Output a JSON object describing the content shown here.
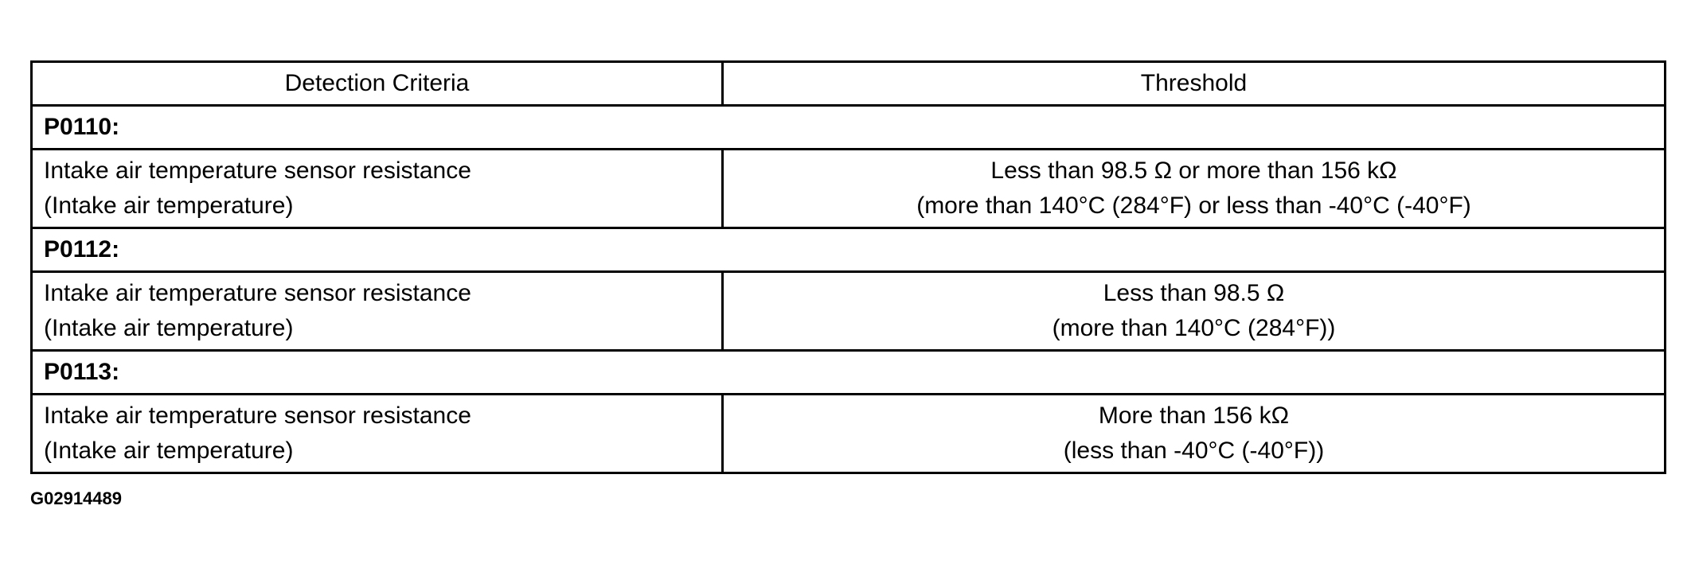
{
  "table": {
    "headers": {
      "criteria": "Detection Criteria",
      "threshold": "Threshold"
    },
    "sections": [
      {
        "code": "P0110:",
        "criteria_line1": "Intake air temperature sensor resistance",
        "criteria_line2": "(Intake air temperature)",
        "threshold_line1": "Less than 98.5 Ω or more than 156 kΩ",
        "threshold_line2": "(more than 140°C (284°F) or less than -40°C  (-40°F)"
      },
      {
        "code": "P0112:",
        "criteria_line1": "Intake air temperature sensor resistance",
        "criteria_line2": "(Intake air temperature)",
        "threshold_line1": "Less than 98.5 Ω",
        "threshold_line2": "(more than 140°C (284°F))"
      },
      {
        "code": "P0113:",
        "criteria_line1": "Intake air temperature sensor resistance",
        "criteria_line2": "(Intake air temperature)",
        "threshold_line1": "More than 156 kΩ",
        "threshold_line2": "(less than -40°C  (-40°F))"
      }
    ]
  },
  "figure_id": "G02914489"
}
